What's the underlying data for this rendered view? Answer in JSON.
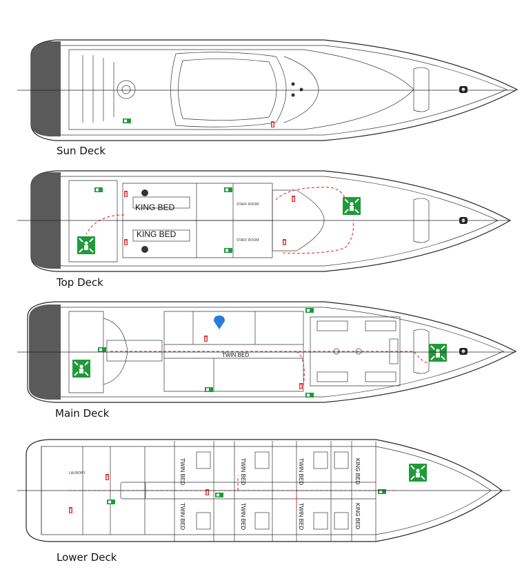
{
  "decks": {
    "sun": {
      "title": "Sun Deck"
    },
    "top": {
      "title": "Top Deck",
      "bed1": "KING BED",
      "bed2": "KING BED",
      "staff1": "STAFF ROOM",
      "staff2": "STAFF ROOM"
    },
    "main": {
      "title": "Main Deck",
      "bed": "TWIN BED"
    },
    "lower": {
      "title": "Lower Deck",
      "laundry": "LAUNDRY",
      "top_beds": [
        "TWIN BED",
        "TWIN BED",
        "TWIN BED",
        "KING BED"
      ],
      "bottom_beds": [
        "TWIN BED",
        "TWIN BED",
        "TWIN BED",
        "KING BED"
      ]
    }
  },
  "colors": {
    "assembly_point": "#1f9a3a",
    "emergency_route": "#e03030",
    "fire_extinguisher": "#e03030",
    "outline": "#222222",
    "deck_surface": "#5a5a5a"
  }
}
